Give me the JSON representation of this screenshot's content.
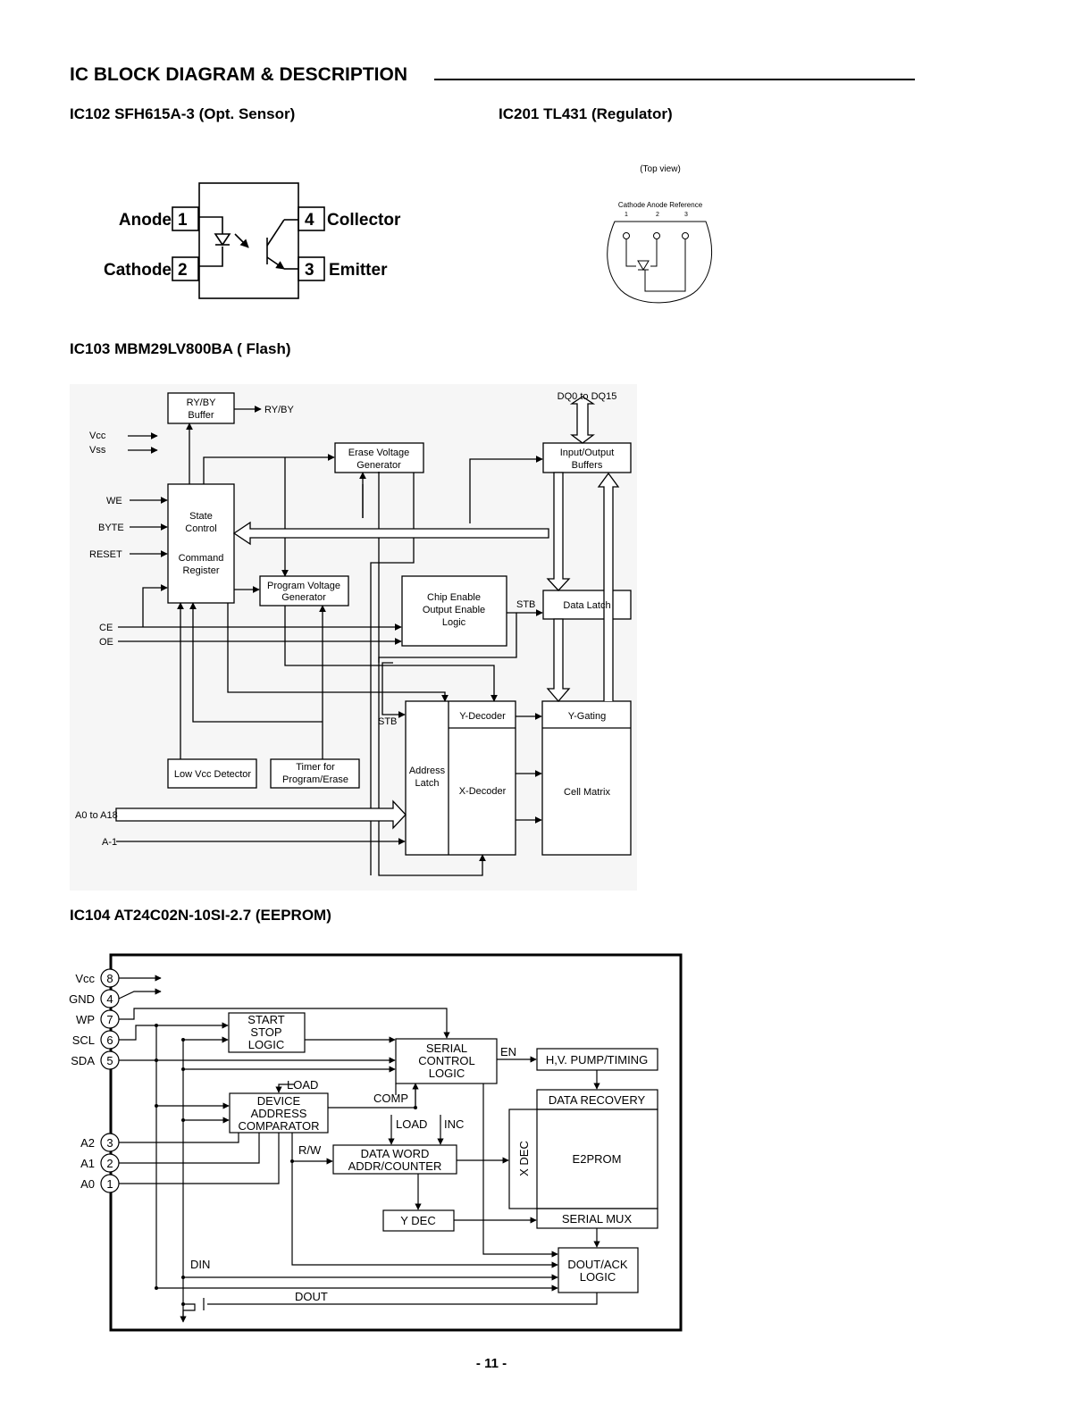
{
  "page_title": "IC BLOCK DIAGRAM & DESCRIPTION",
  "page_number": "- 11 -",
  "ic102": {
    "heading": "IC102 SFH615A-3 (Opt. Sensor)",
    "pin1": "1",
    "pin2": "2",
    "pin3": "3",
    "pin4": "4",
    "anode": "Anode",
    "cathode": "Cathode",
    "collector": "Collector",
    "emitter": "Emitter"
  },
  "ic201": {
    "heading": "IC201 TL431 (Regulator)",
    "top_view": "(Top view)",
    "pin_names": "Cathode Anode Reference",
    "p1": "1",
    "p2": "2",
    "p3": "3"
  },
  "ic103": {
    "heading": "IC103 MBM29LV800BA ( Flash)",
    "rybuf_1": "RY/BY",
    "rybuf_2": "Buffer",
    "ry_out": "RY/BY",
    "vcc": "Vcc",
    "vss": "Vss",
    "we": "WE",
    "byte": "BYTE",
    "reset": "RESET",
    "state_1": "State",
    "state_2": "Control",
    "state_3": "Command",
    "state_4": "Register",
    "erase_1": "Erase Voltage",
    "erase_2": "Generator",
    "prog_1": "Program Voltage",
    "prog_2": "Generator",
    "chip_1": "Chip Enable",
    "chip_2": "Output Enable",
    "chip_3": "Logic",
    "ce": "CE",
    "oe": "OE",
    "dq": "DQ0 to DQ15",
    "io_1": "Input/Output",
    "io_2": "Buffers",
    "stb": "STB",
    "stb2": "STB",
    "data_latch": "Data Latch",
    "y_decoder": "Y-Decoder",
    "x_decoder": "X-Decoder",
    "addr_1": "Address",
    "addr_2": "Latch",
    "y_gating": "Y-Gating",
    "cell_matrix": "Cell Matrix",
    "lowvcc": "Low Vcc Detector",
    "timer_1": "Timer for",
    "timer_2": "Program/Erase",
    "a0_a18": "A0 to A18",
    "a_1": "A-1"
  },
  "ic104": {
    "heading": "IC104 AT24C02N-10SI-2.7 (EEPROM)",
    "pins": [
      {
        "name": "Vcc",
        "num": "8"
      },
      {
        "name": "GND",
        "num": "4"
      },
      {
        "name": "WP",
        "num": "7"
      },
      {
        "name": "SCL",
        "num": "6"
      },
      {
        "name": "SDA",
        "num": "5"
      },
      {
        "name": "A2",
        "num": "3"
      },
      {
        "name": "A1",
        "num": "2"
      },
      {
        "name": "A0",
        "num": "1"
      }
    ],
    "start_1": "START",
    "start_2": "STOP",
    "start_3": "LOGIC",
    "serial_1": "SERIAL",
    "serial_2": "CONTROL",
    "serial_3": "LOGIC",
    "en": "EN",
    "hv": "H,V. PUMP/TIMING",
    "load": "LOAD",
    "load2": "LOAD",
    "comp": "COMP",
    "inc": "INC",
    "dev_1": "DEVICE",
    "dev_2": "ADDRESS",
    "dev_3": "COMPARATOR",
    "rw": "R/W",
    "dw_1": "DATA WORD",
    "dw_2": "ADDR/COUNTER",
    "data_recovery": "DATA RECOVERY",
    "xdec": "X DEC",
    "e2prom": "E2PROM",
    "serial_mux": "SERIAL MUX",
    "ydec": "Y DEC",
    "dout_1": "DOUT/ACK",
    "dout_2": "LOGIC",
    "din": "DIN",
    "dout": "DOUT"
  }
}
